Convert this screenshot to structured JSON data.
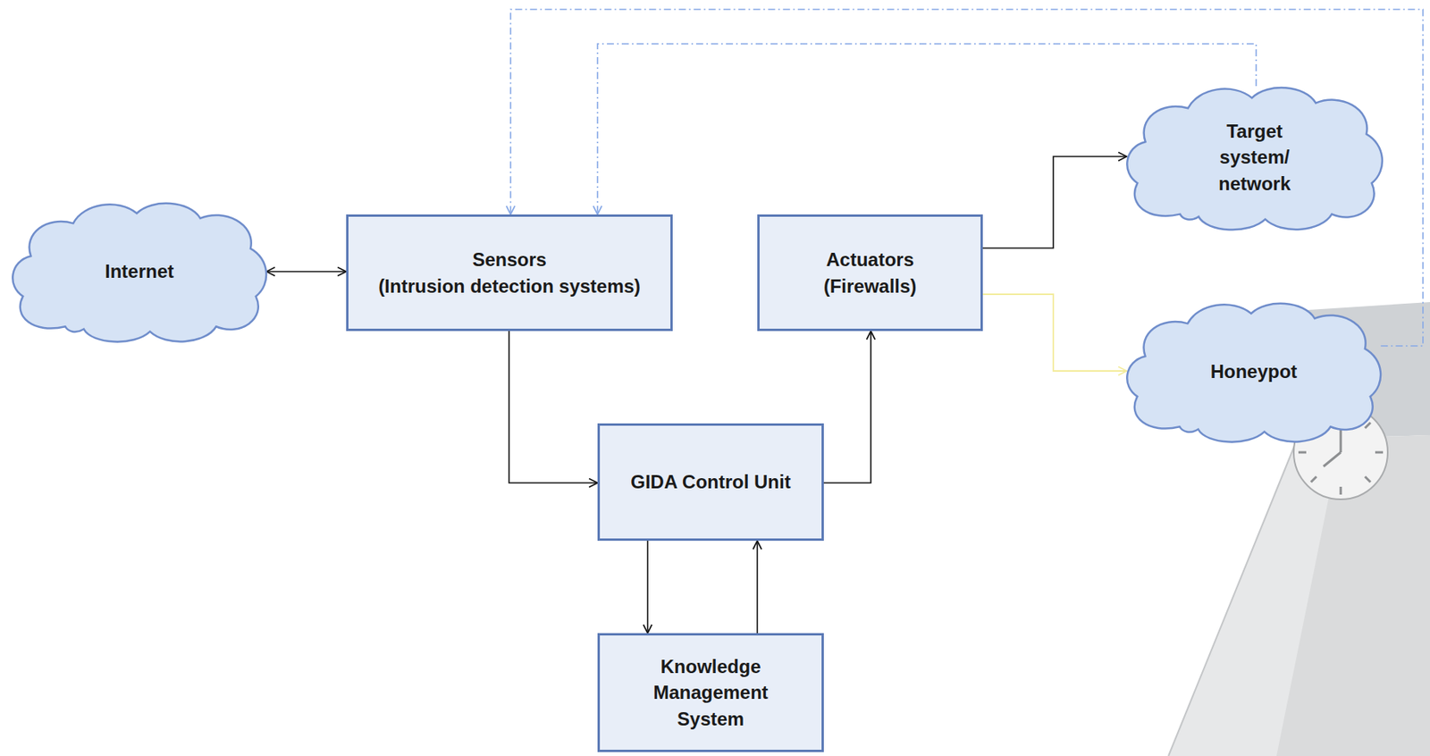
{
  "diagram": {
    "nodes": [
      {
        "text": [
          "Internet"
        ]
      },
      {
        "text": [
          "Sensors",
          "(Intrusion detection systems)"
        ]
      },
      {
        "text": [
          "Actuators",
          "(Firewalls)"
        ]
      },
      {
        "text": [
          "Target system/ network"
        ]
      },
      {
        "text": [
          "Honeypot"
        ]
      },
      {
        "text": [
          "GIDA Control Unit"
        ]
      },
      {
        "text": [
          "Knowledge Management System"
        ]
      }
    ],
    "edges": [
      {
        "from": 0,
        "to": 1,
        "arrow": "both"
      },
      {
        "from": 1,
        "to": 5,
        "arrow": "to"
      },
      {
        "from": 5,
        "to": 2,
        "arrow": "to"
      },
      {
        "from": 2,
        "to": 3,
        "arrow": "to"
      },
      {
        "from": 2,
        "to": 4,
        "arrow": "to"
      },
      {
        "from": 5,
        "to": 6,
        "arrow": "to"
      },
      {
        "from": 6,
        "to": 5,
        "arrow": "to"
      },
      {
        "from": 3,
        "to": 1,
        "arrow": "to"
      },
      {
        "from": 4,
        "to": 1,
        "arrow": "to"
      }
    ]
  }
}
